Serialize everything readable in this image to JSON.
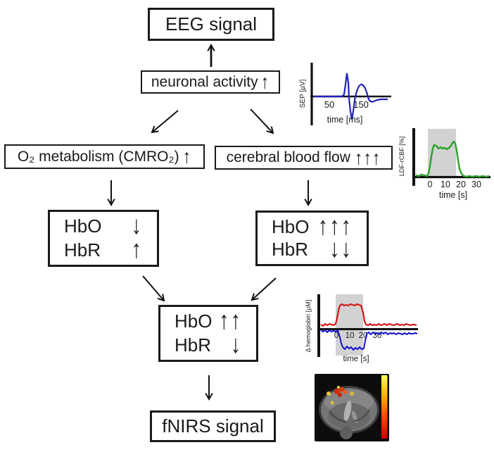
{
  "diagram": {
    "boxes": {
      "eeg": {
        "label": "EEG signal"
      },
      "neuronal": {
        "label": "neuronal activity",
        "arrows": "↑"
      },
      "metabolism": {
        "label": "O₂ metabolism (CMRO₂)",
        "arrows": "↑"
      },
      "cbf": {
        "label": "cerebral blood flow",
        "arrows": "↑↑↑"
      },
      "hb_left": {
        "rows": [
          {
            "label": "HbO",
            "arrows": "↓"
          },
          {
            "label": "HbR",
            "arrows": "↑"
          }
        ]
      },
      "hb_right": {
        "rows": [
          {
            "label": "HbO",
            "arrows": "↑↑↑"
          },
          {
            "label": "HbR",
            "arrows": "↓↓"
          }
        ]
      },
      "hb_center": {
        "rows": [
          {
            "label": "HbO",
            "arrows": "↑↑"
          },
          {
            "label": "HbR",
            "arrows": "↓"
          }
        ]
      },
      "fnirs": {
        "label": "fNIRS signal"
      }
    }
  },
  "palette": {
    "box_border": "#1a1a1a",
    "stim_shade": "#d2d2d2",
    "axis": "#111111"
  },
  "chart_data": [
    {
      "type": "line",
      "name": "sep-inset",
      "ylabel": "SEP [µV]",
      "xlabel": "time [ms]",
      "xticks": [
        "50",
        "150"
      ],
      "series": [
        {
          "name": "SEP",
          "color": "#2121bd",
          "description": "flat baseline, sharp biphasic spike near 100 ms, positive rebound near 150 ms"
        }
      ]
    },
    {
      "type": "line",
      "name": "ldf-inset",
      "ylabel": "LDF-rCBF [%]",
      "xlabel": "time [s]",
      "xticks": [
        "0",
        "10",
        "20",
        "30"
      ],
      "stimulus_shading_x": [
        0,
        15
      ],
      "series": [
        {
          "name": "rCBF",
          "color": "#2aa12a",
          "description": "baseline, steep rise at 0 s, bumpy plateau until ~15 s, return to baseline by ~22 s"
        }
      ]
    },
    {
      "type": "line",
      "name": "hemoglobin-inset",
      "ylabel": "Δ hemoglobin [µM]",
      "xlabel": "time [s]",
      "xticks": [
        "0",
        "10",
        "20",
        "30"
      ],
      "stimulus_shading_x": [
        0,
        17
      ],
      "series": [
        {
          "name": "HbO",
          "color": "#d41414",
          "description": "noisy baseline, rise to plateau ~2-17 s, return to baseline"
        },
        {
          "name": "HbR",
          "color": "#1414cc",
          "description": "noisy baseline, dip below zero ~2-18 s, return to baseline"
        }
      ]
    }
  ],
  "brain_image": {
    "name": "activation-map",
    "description": "coronal brain MRI slice with red/yellow activation overlay and color scale bar",
    "colorbar_stops": [
      "#ffff55",
      "#ffb400",
      "#ff4800",
      "#cc0000"
    ]
  }
}
